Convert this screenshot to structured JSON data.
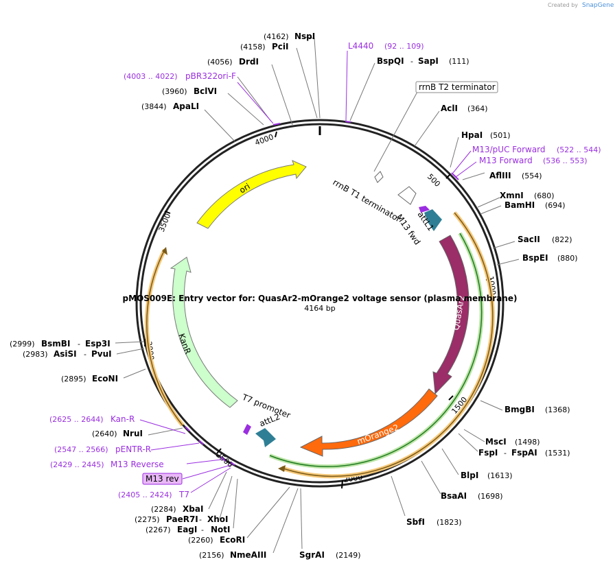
{
  "branding": {
    "created_by": "Created by",
    "product": "SnapGene"
  },
  "plasmid": {
    "name": "pMOS009E: Entry vector for: QuasAr2-mOrange2 voltage sensor (plasma membrane)",
    "size": "4164 bp"
  },
  "ticks": [
    "500",
    "1000",
    "1500",
    "2000",
    "2500",
    "3000",
    "3500",
    "4000"
  ],
  "enzymes": [
    {
      "pos": "(4162)",
      "name": "NspI"
    },
    {
      "pos": "(4158)",
      "name": "PciI"
    },
    {
      "pos": "(4056)",
      "name": "DrdI"
    },
    {
      "pos": "(3960)",
      "name": "BclVI"
    },
    {
      "pos": "(3844)",
      "name": "ApaLI"
    },
    {
      "name": "BspQI",
      "sep": "-",
      "name2": "SapI",
      "pos": "(111)"
    },
    {
      "name": "AclI",
      "pos": "(364)"
    },
    {
      "name": "HpaI",
      "pos": "(501)"
    },
    {
      "name": "AflIII",
      "pos": "(554)"
    },
    {
      "name": "XmnI",
      "pos": "(680)"
    },
    {
      "name": "BamHI",
      "pos": "(694)"
    },
    {
      "name": "SacII",
      "pos": "(822)"
    },
    {
      "name": "BspEI",
      "pos": "(880)"
    },
    {
      "name": "BmgBI",
      "pos": "(1368)"
    },
    {
      "name": "MscI",
      "pos": "(1498)"
    },
    {
      "name": "FspI",
      "sep": "-",
      "name2": "FspAI",
      "pos": "(1531)"
    },
    {
      "name": "BlpI",
      "pos": "(1613)"
    },
    {
      "name": "BsaAI",
      "pos": "(1698)"
    },
    {
      "name": "SbfI",
      "pos": "(1823)"
    },
    {
      "name": "SgrAI",
      "pos": "(2149)"
    },
    {
      "pos": "(2156)",
      "name": "NmeAIII"
    },
    {
      "pos": "(2260)",
      "name": "EcoRI"
    },
    {
      "pos": "(2267)",
      "name": "EagI",
      "sep": "-",
      "name2": "NotI"
    },
    {
      "pos": "(2275)",
      "name": "PaeR7I",
      "sep": "-",
      "name2": "XhoI"
    },
    {
      "pos": "(2284)",
      "name": "XbaI"
    },
    {
      "pos": "(2640)",
      "name": "NruI"
    },
    {
      "pos": "(2895)",
      "name": "EcoNI"
    },
    {
      "pos": "(2983)",
      "name": "AsiSI",
      "sep": "-",
      "name2": "PvuI"
    },
    {
      "pos": "(2999)",
      "name": "BsmBI",
      "sep": "-",
      "name2": "Esp3I"
    }
  ],
  "primers": [
    {
      "name": "L4440",
      "pos": "(92 .. 109)"
    },
    {
      "pos": "(4003 .. 4022)",
      "name": "pBR322ori-F"
    },
    {
      "name": "M13/pUC Forward",
      "pos": "(522 .. 544)"
    },
    {
      "name": "M13 Forward",
      "pos": "(536 .. 553)"
    },
    {
      "pos": "(2625 .. 2644)",
      "name": "Kan-R"
    },
    {
      "pos": "(2547 .. 2566)",
      "name": "pENTR-R"
    },
    {
      "pos": "(2429 .. 2445)",
      "name": "M13 Reverse"
    },
    {
      "pos": "(2405 .. 2424)",
      "name": "T7"
    }
  ],
  "boxed_labels": {
    "rrnb_t2": "rrnB T2 terminator",
    "m13rev": "M13 rev"
  },
  "features": {
    "rrnb_t1": "rrnB T1 terminator",
    "m13fwd": "M13 fwd",
    "attl1": "attL1",
    "quasar2": "QuasAr2",
    "morange2": "mOrange2",
    "t7prom": "T7 promoter",
    "attl2": "attL2",
    "kanr": "KanR",
    "ori": "ori"
  },
  "colors": {
    "quasar2": "#9b2d68",
    "morange2": "#ff6a0d",
    "ori": "#ffff00",
    "kanr": "#ccffcc",
    "att": "#2e7f95",
    "primer": "#9a2ee0",
    "orf_outline": "#f0b040",
    "orf_green": "#2a9d2a"
  }
}
